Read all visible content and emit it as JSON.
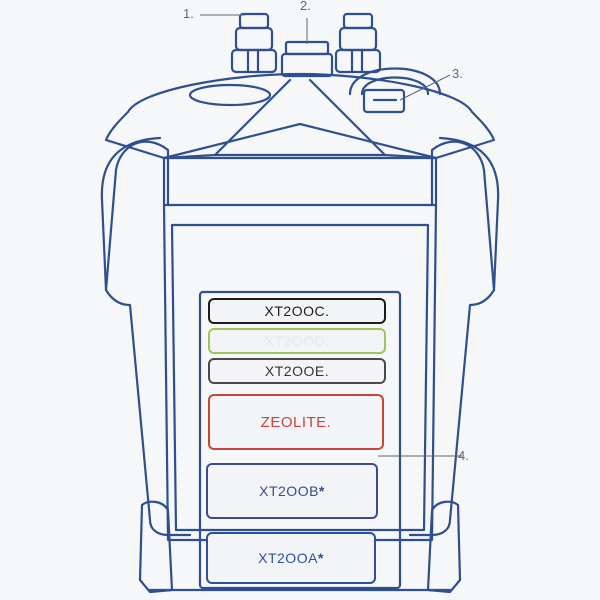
{
  "callouts": [
    "1.",
    "2.",
    "3.",
    "4."
  ],
  "media_layers": [
    {
      "label": "XT2OOC.",
      "color": "#1c1c1c"
    },
    {
      "label": "XT2OOD.",
      "color": "#9cc65a"
    },
    {
      "label": "XT2OOE.",
      "color": "#4a4a4a"
    },
    {
      "label": "ZEOLITE.",
      "color": "#c8453c"
    },
    {
      "label": "XT2OOB",
      "suffix": "*",
      "color": "#3a4d88"
    },
    {
      "label": "XT2OOA",
      "suffix": "*",
      "color": "#2d4f9e"
    }
  ],
  "colors": {
    "outline": "#2f4f8f",
    "background": "#f6f7f9",
    "callout_text": "#606774"
  }
}
